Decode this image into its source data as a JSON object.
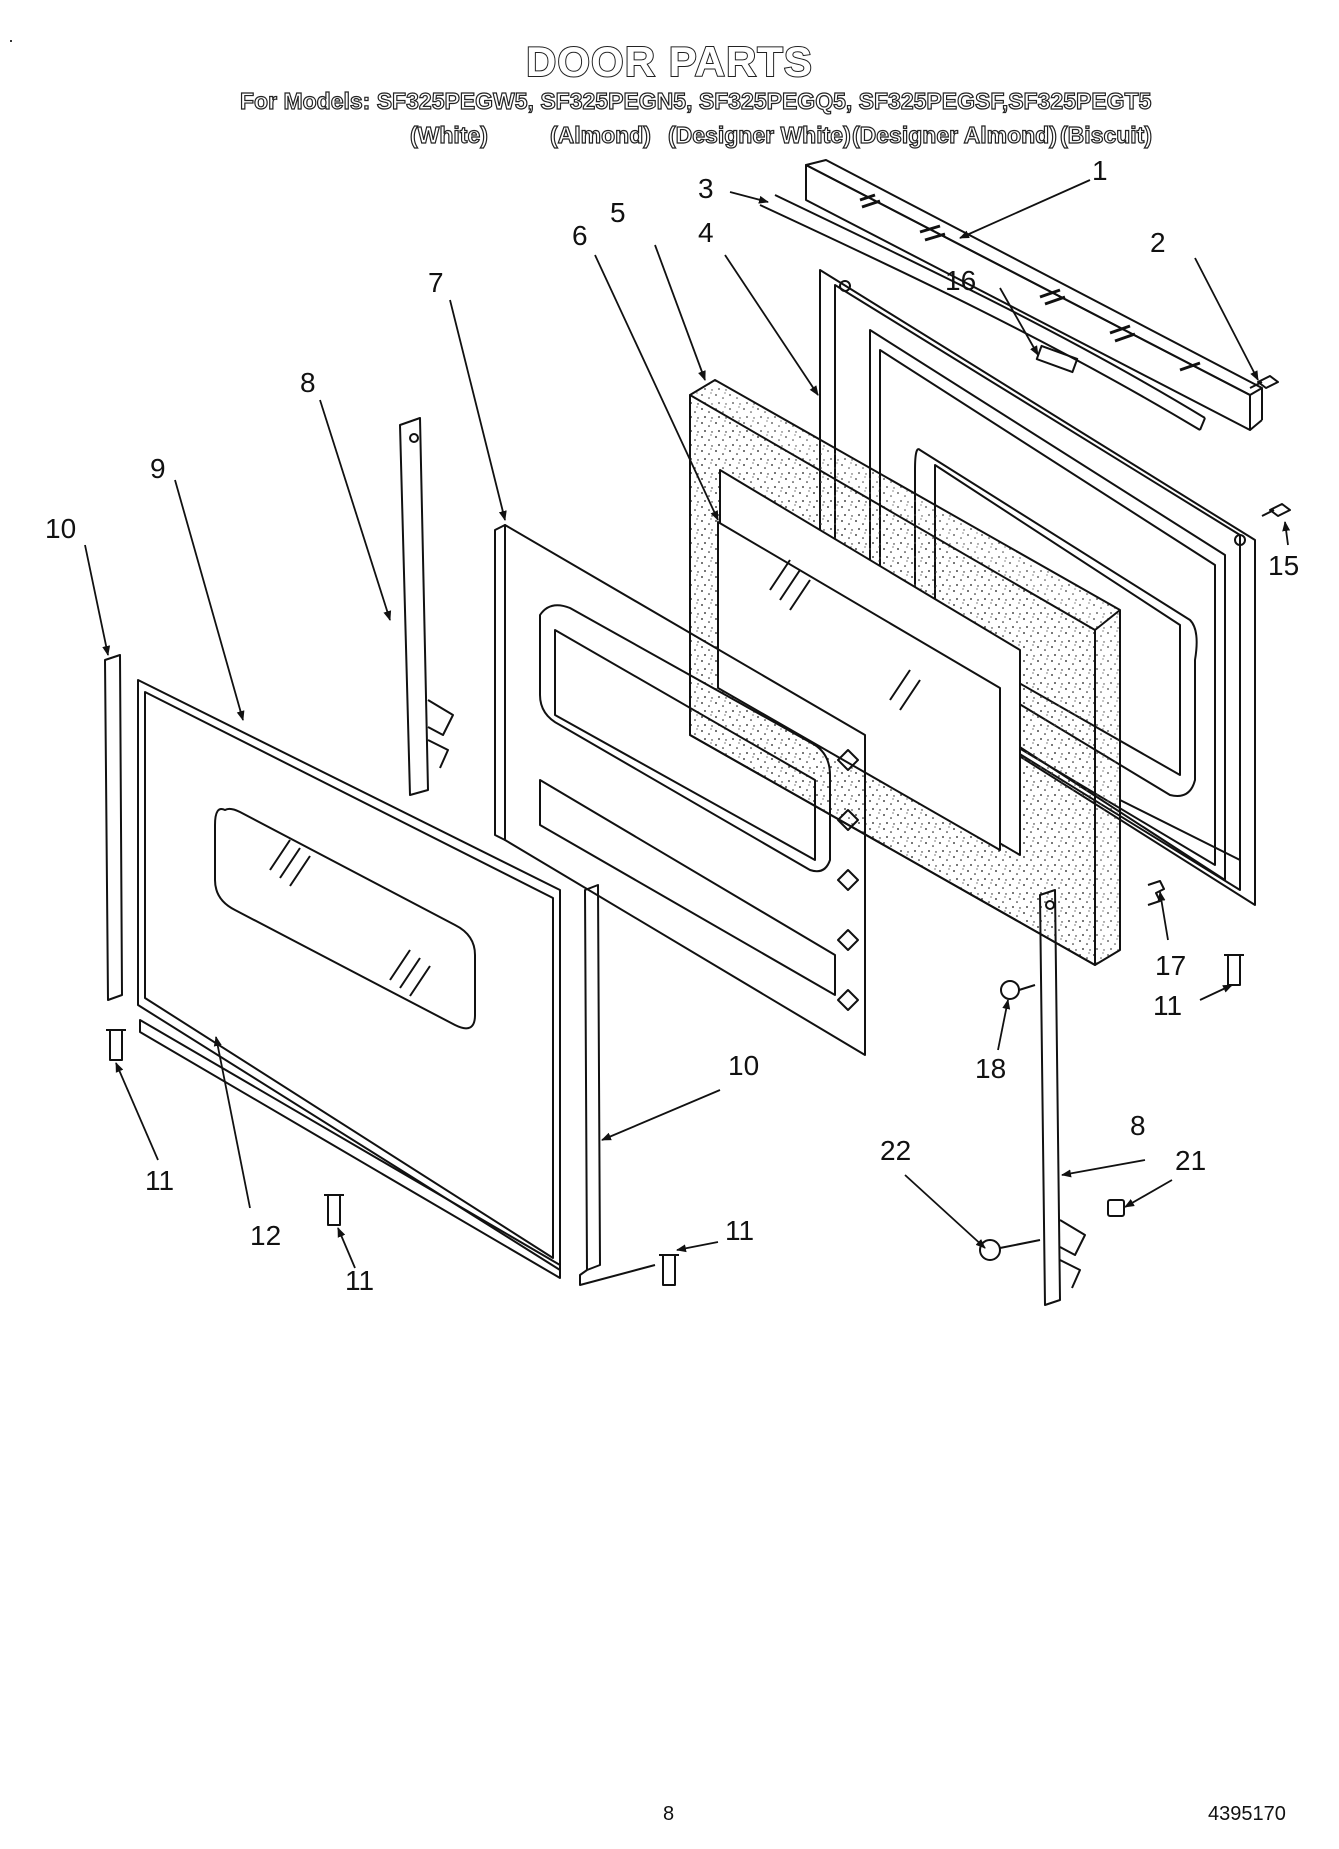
{
  "header": {
    "title": "DOOR PARTS",
    "models_line": "For Models: SF325PEGW5, SF325PEGN5, SF325PEGQ5, SF325PEGSF,SF325PEGT5",
    "colors": [
      "(White)",
      "(Almond)",
      "(Designer White)",
      "(Designer Almond)",
      "(Biscuit)"
    ]
  },
  "labels": {
    "l1": "1",
    "l2": "2",
    "l3": "3",
    "l4": "4",
    "l5": "5",
    "l6": "6",
    "l7": "7",
    "l8a": "8",
    "l8b": "8",
    "l9": "9",
    "l10a": "10",
    "l10b": "10",
    "l11a": "11",
    "l11b": "11",
    "l11c": "11",
    "l11d": "11",
    "l12": "12",
    "l15": "15",
    "l16": "16",
    "l17": "17",
    "l18": "18",
    "l21": "21",
    "l22": "22"
  },
  "footer": {
    "page_number": "8",
    "doc_number": "4395170"
  },
  "colors_style": {
    "line": "#111111",
    "speckle": "#555555",
    "background": "#ffffff"
  }
}
